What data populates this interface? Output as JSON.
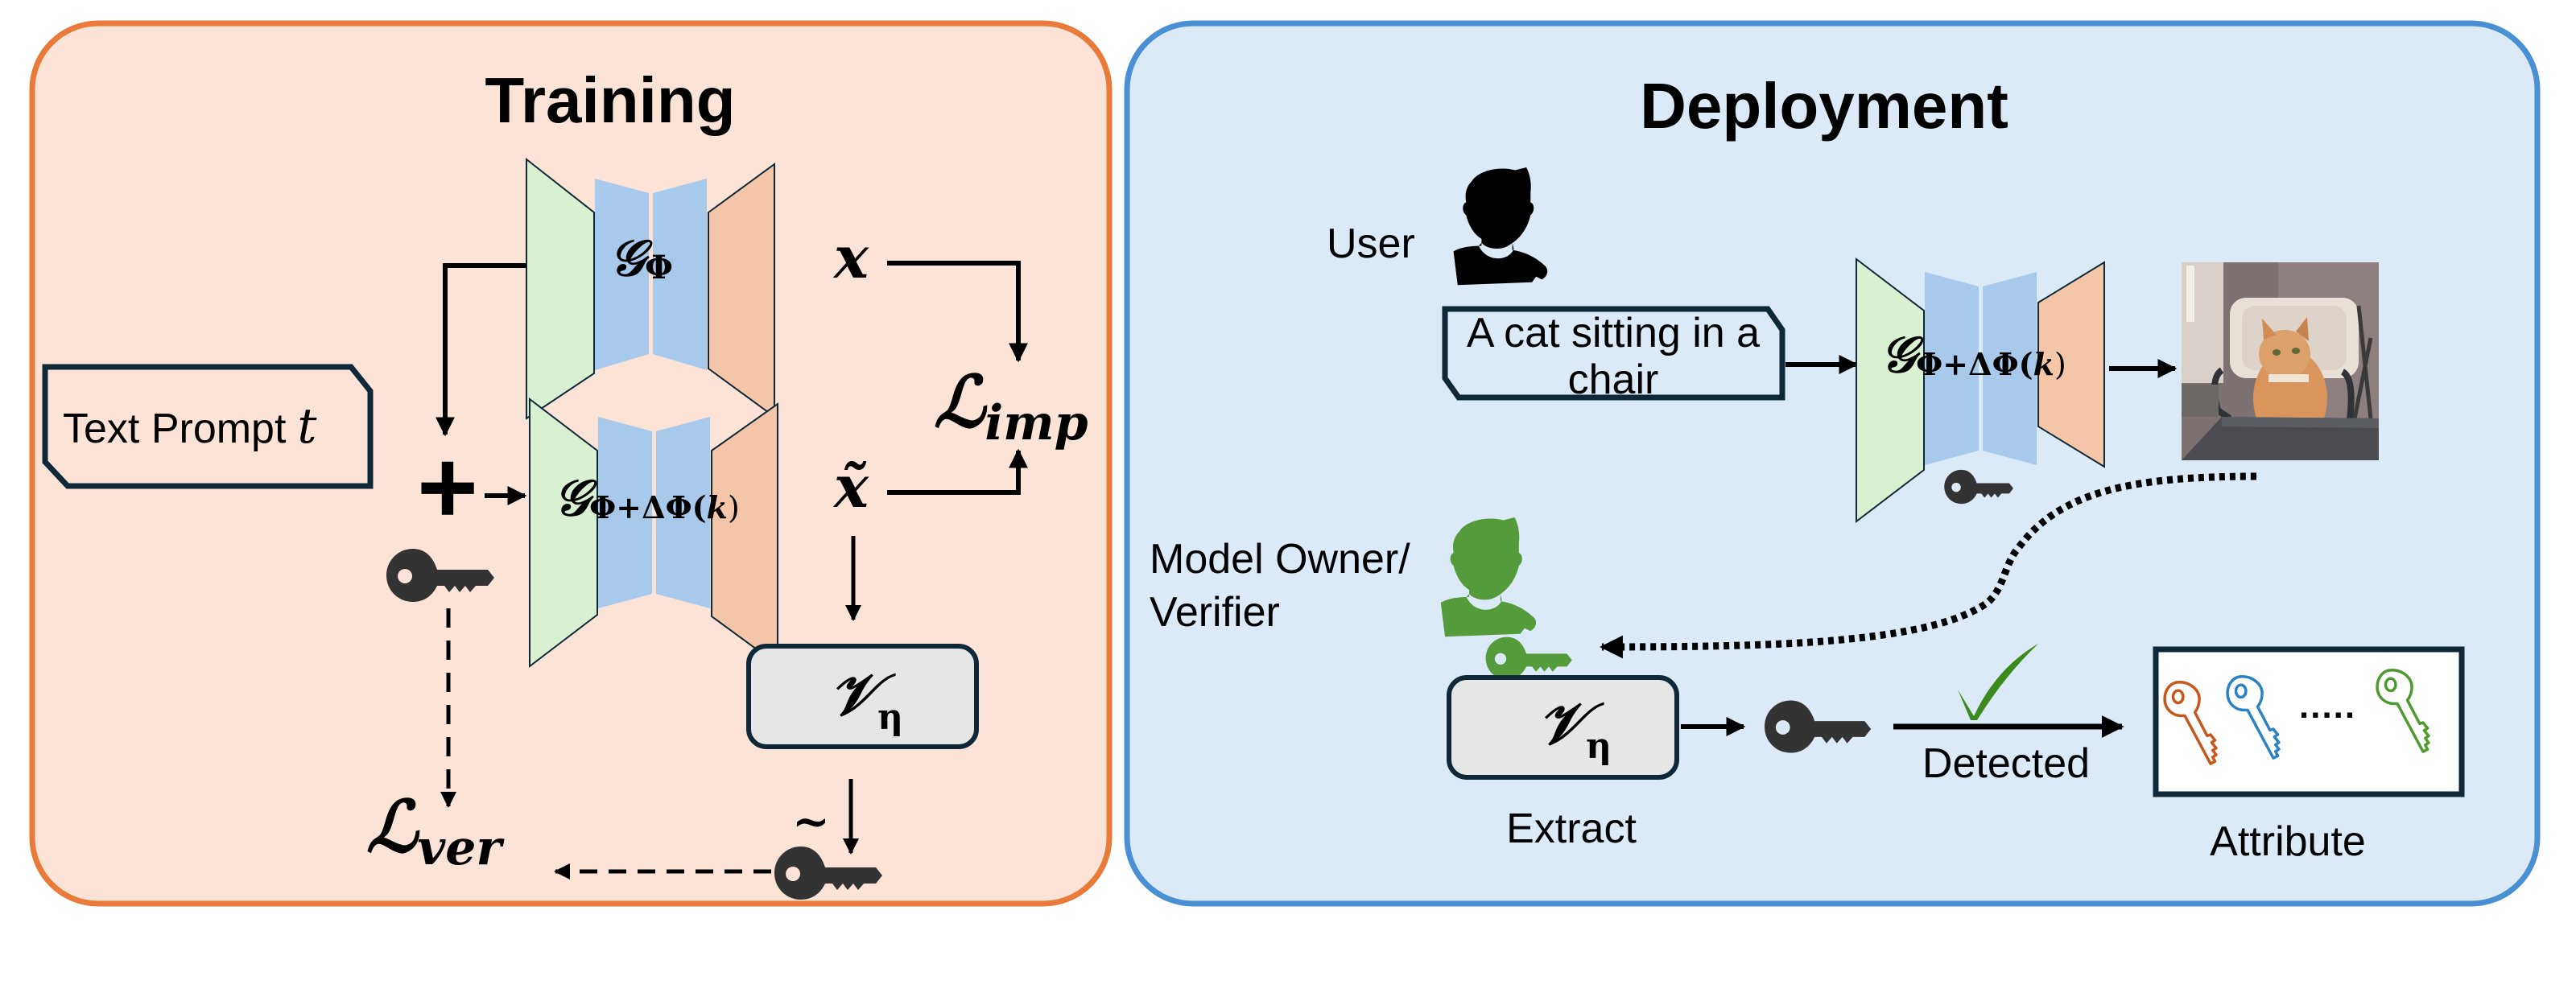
{
  "colors": {
    "training_bg": "#FBE3D7",
    "training_border": "#E97A3A",
    "deployment_bg": "#DCE9F6",
    "deployment_border": "#4A90D4",
    "encoder_green": "#D9F1D2",
    "bottleneck_blue": "#A7C9EC",
    "decoder_salmon": "#F5C5A8",
    "box_border": "#0E2838",
    "verifier_box_fill": "#E6E6E6",
    "key_dark": "#333333",
    "owner_green": "#549B3B",
    "check_green": "#3A8A1E",
    "key_orange": "#C8571C",
    "key_blue": "#2A82C4",
    "key_green": "#4E9A2E"
  },
  "training": {
    "title": "Training",
    "text_prompt_label": "Text Prompt",
    "text_prompt_var": "t",
    "base_model": {
      "symbol": "𝒢",
      "subscript": "Φ"
    },
    "watermarked_model": {
      "symbol": "𝒢",
      "subscript": "Φ+ΔΦ(",
      "key_var": "𝒌",
      "close": ")"
    },
    "x_label": "x",
    "x_tilde_label": "x̃",
    "loss_imp": {
      "symbol": "ℒ",
      "subscript": "imp"
    },
    "loss_ver": {
      "symbol": "ℒ",
      "subscript": "ver"
    },
    "verifier": {
      "symbol": "𝒱",
      "subscript": "η"
    },
    "plus_symbol": "+",
    "tilde_mark": "~",
    "icons": [
      "key-icon",
      "extracted-key-icon"
    ]
  },
  "deployment": {
    "title": "Deployment",
    "user_label": "User",
    "prompt_line1": "A cat sitting in a",
    "prompt_line2": "chair",
    "model": {
      "symbol": "𝒢",
      "subscript": "Φ+ΔΦ(",
      "key_var": "𝒌",
      "close": ")"
    },
    "generated_image_alt": "Generated image of an orange tabby cat sitting in a cushioned chair",
    "owner_label_line1": "Model Owner/",
    "owner_label_line2": "Verifier",
    "verifier": {
      "symbol": "𝒱",
      "subscript": "η"
    },
    "extract_label": "Extract",
    "detected_label": "Detected",
    "attribute_label": "Attribute",
    "ellipsis": "....."
  }
}
